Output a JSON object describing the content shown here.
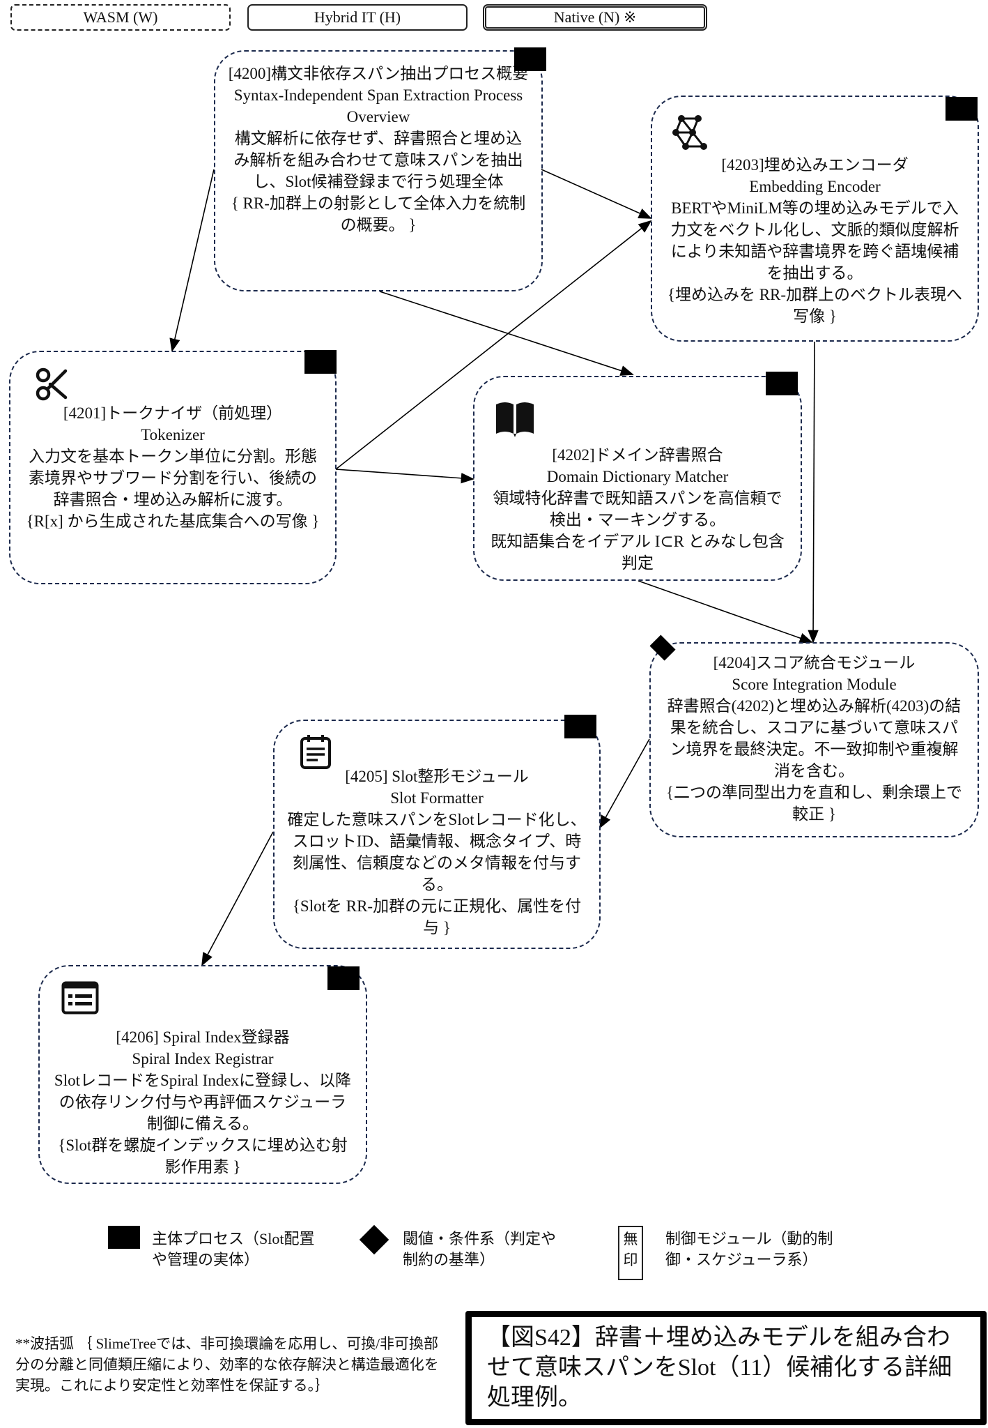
{
  "modes": {
    "wasm": "WASM (W)",
    "hybrid": "Hybrid IT (H)",
    "native": "Native (N) ※"
  },
  "nodes": {
    "n4200": {
      "title": "[4200]構文非依存スパン抽出プロセス概要",
      "en": "Syntax-Independent Span Extraction Process Overview",
      "desc": "構文解析に依存せず、辞書照合と埋め込み解析を組み合わせて意味スパンを抽出し、Slot候補登録まで行う処理全体",
      "formal": "{ RR-加群上の射影として全体入力を統制 の概要。 }",
      "marker": "process-square"
    },
    "n4201": {
      "icon": "scissors-icon",
      "title": "[4201]トークナイザ（前処理）",
      "en": "Tokenizer",
      "desc": "入力文を基本トークン単位に分割。形態素境界やサブワード分割を行い、後続の辞書照合・埋め込み解析に渡す。",
      "formal": "{R[x] から生成された基底集合への写像 }",
      "marker": "process-square"
    },
    "n4202": {
      "icon": "book-icon",
      "title": "[4202]ドメイン辞書照合",
      "en": "Domain Dictionary Matcher",
      "desc": "領域特化辞書で既知語スパンを高信頼で検出・マーキングする。",
      "formal": "既知語集合をイデアル I⊂R とみなし包含判定",
      "marker": "process-square"
    },
    "n4203": {
      "icon": "network-graph-icon",
      "title": "[4203]埋め込みエンコーダ",
      "en": "Embedding Encoder",
      "desc": "BERTやMiniLM等の埋め込みモデルで入力文をベクトル化し、文脈的類似度解析により未知語や辞書境界を跨ぐ語塊候補を抽出する。",
      "formal": "{埋め込みを RR-加群上のベクトル表現へ写像 }",
      "marker": "process-square"
    },
    "n4204": {
      "title": "[4204]スコア統合モジュール",
      "en": "Score Integration Module",
      "desc": "辞書照合(4202)と埋め込み解析(4203)の結果を統合し、スコアに基づいて意味スパン境界を最終決定。不一致抑制や重複解消を含む。",
      "formal": "{二つの準同型出力を直和し、剰余環上で較正 }",
      "marker": "threshold-diamond"
    },
    "n4205": {
      "icon": "notepad-icon",
      "title": "[4205] Slot整形モジュール",
      "en": "Slot Formatter",
      "desc": "確定した意味スパンをSlotレコード化し、スロットID、語彙情報、概念タイプ、時刻属性、信頼度などのメタ情報を付与する。",
      "formal": "{Slotを RR-加群の元に正規化、属性を付与 }",
      "marker": "process-square"
    },
    "n4206": {
      "icon": "list-window-icon",
      "title": "[4206] Spiral Index登録器",
      "en": "Spiral Index Registrar",
      "desc": "SlotレコードをSpiral Indexに登録し、以降の依存リンク付与や再評価スケジューラ制御に備える。",
      "formal": "{Slot群を螺旋インデックスに埋め込む射影作用素 }",
      "marker": "process-square"
    }
  },
  "edges": [
    {
      "from": "4200",
      "to": "4201"
    },
    {
      "from": "4200",
      "to": "4203"
    },
    {
      "from": "4200",
      "to": "4202"
    },
    {
      "from": "4201",
      "to": "4203"
    },
    {
      "from": "4201",
      "to": "4202"
    },
    {
      "from": "4202",
      "to": "4204"
    },
    {
      "from": "4203",
      "to": "4204"
    },
    {
      "from": "4204",
      "to": "4205"
    },
    {
      "from": "4205",
      "to": "4206"
    }
  ],
  "legend": {
    "process": "主体プロセス（Slot配置や管理の実体）",
    "threshold": "閾値・条件系（判定や制約の基準）",
    "none_box": "無印",
    "control": "制御モジュール（動的制御・スケジューラ系）"
  },
  "footnote": "**波括弧 ｛ SlimeTreeでは、非可換環論を応用し、可換/非可換部分の分離と同値類圧縮により、効率的な依存解決と構造最適化を実現。これにより安定性と効率性を保証する。｝",
  "caption": "【図S42】辞書＋埋め込みモデルを組み合わせて意味スパンをSlot（11）候補化する詳細処理例。",
  "colors": {
    "node_border": "#1c2a4d",
    "ink": "#000000"
  }
}
